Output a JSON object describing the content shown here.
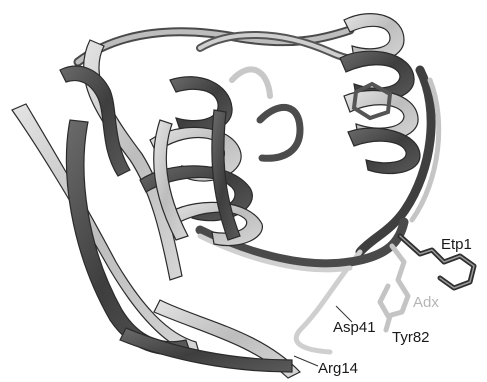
{
  "figure": {
    "background": "#ffffff",
    "ribbon_colors": {
      "dark": "#4d4d4d",
      "mid": "#8a8a8a",
      "light": "#c9c9c9",
      "edge": "#2b2b2b"
    },
    "labels": {
      "etp1": "Etp1",
      "adx": "Adx",
      "tyr82": "Tyr82",
      "asp41": "Asp41",
      "arg14": "Arg14"
    }
  }
}
